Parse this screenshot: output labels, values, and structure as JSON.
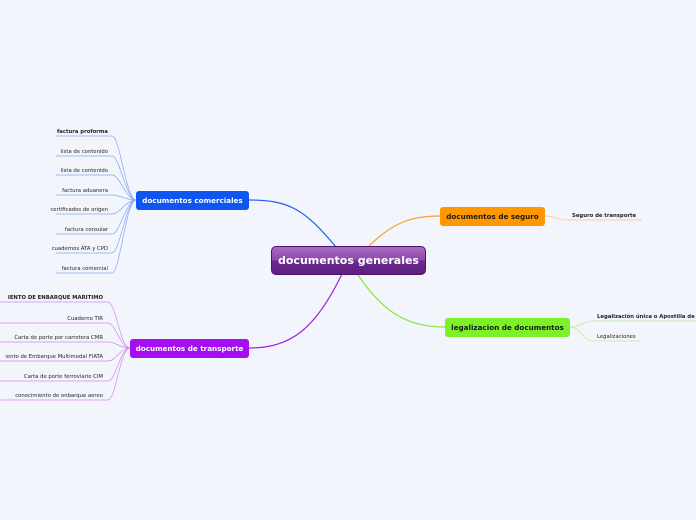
{
  "central": {
    "label": "documentos generales"
  },
  "branches": {
    "comerciales": {
      "label": "documentos comerciales",
      "color": "#0f55f0",
      "link_color": "#1f5ff0",
      "leaf_line_color": "#7fa6f2",
      "children": [
        "factura proforma",
        "lista de contenido",
        "lista de contenido",
        "factura aduanera",
        "certificados de origen",
        "factura consular",
        "cuadernos ATA y CPD",
        "factura comercial"
      ]
    },
    "transporte": {
      "label": "documentos de transporte",
      "color": "#a50ef0",
      "link_color": "#a020e0",
      "leaf_line_color": "#cf8ae8",
      "children": [
        "IENTO DE ENBARQUE MARITIMO",
        "Cuaderno TIR",
        "Carta de porte por carretera CMR",
        "iento de Embarque Multimodal FIATA",
        "Carta de porte ferroviario CIM",
        "conocimiento de enbarque aereo"
      ]
    },
    "seguro": {
      "label": "documentos de seguro",
      "color": "#ff9800",
      "link_color": "#f5a030",
      "leaf_line_color": "#f6c48a",
      "children": [
        "Seguro de transporte"
      ]
    },
    "legalizacion": {
      "label": "legalizacion de documentos",
      "color": "#7cf028",
      "link_color": "#84e83a",
      "leaf_line_color": "#b6ef86",
      "children": [
        "Legalización única o Apostilla de",
        "Legalizaciones"
      ]
    }
  }
}
